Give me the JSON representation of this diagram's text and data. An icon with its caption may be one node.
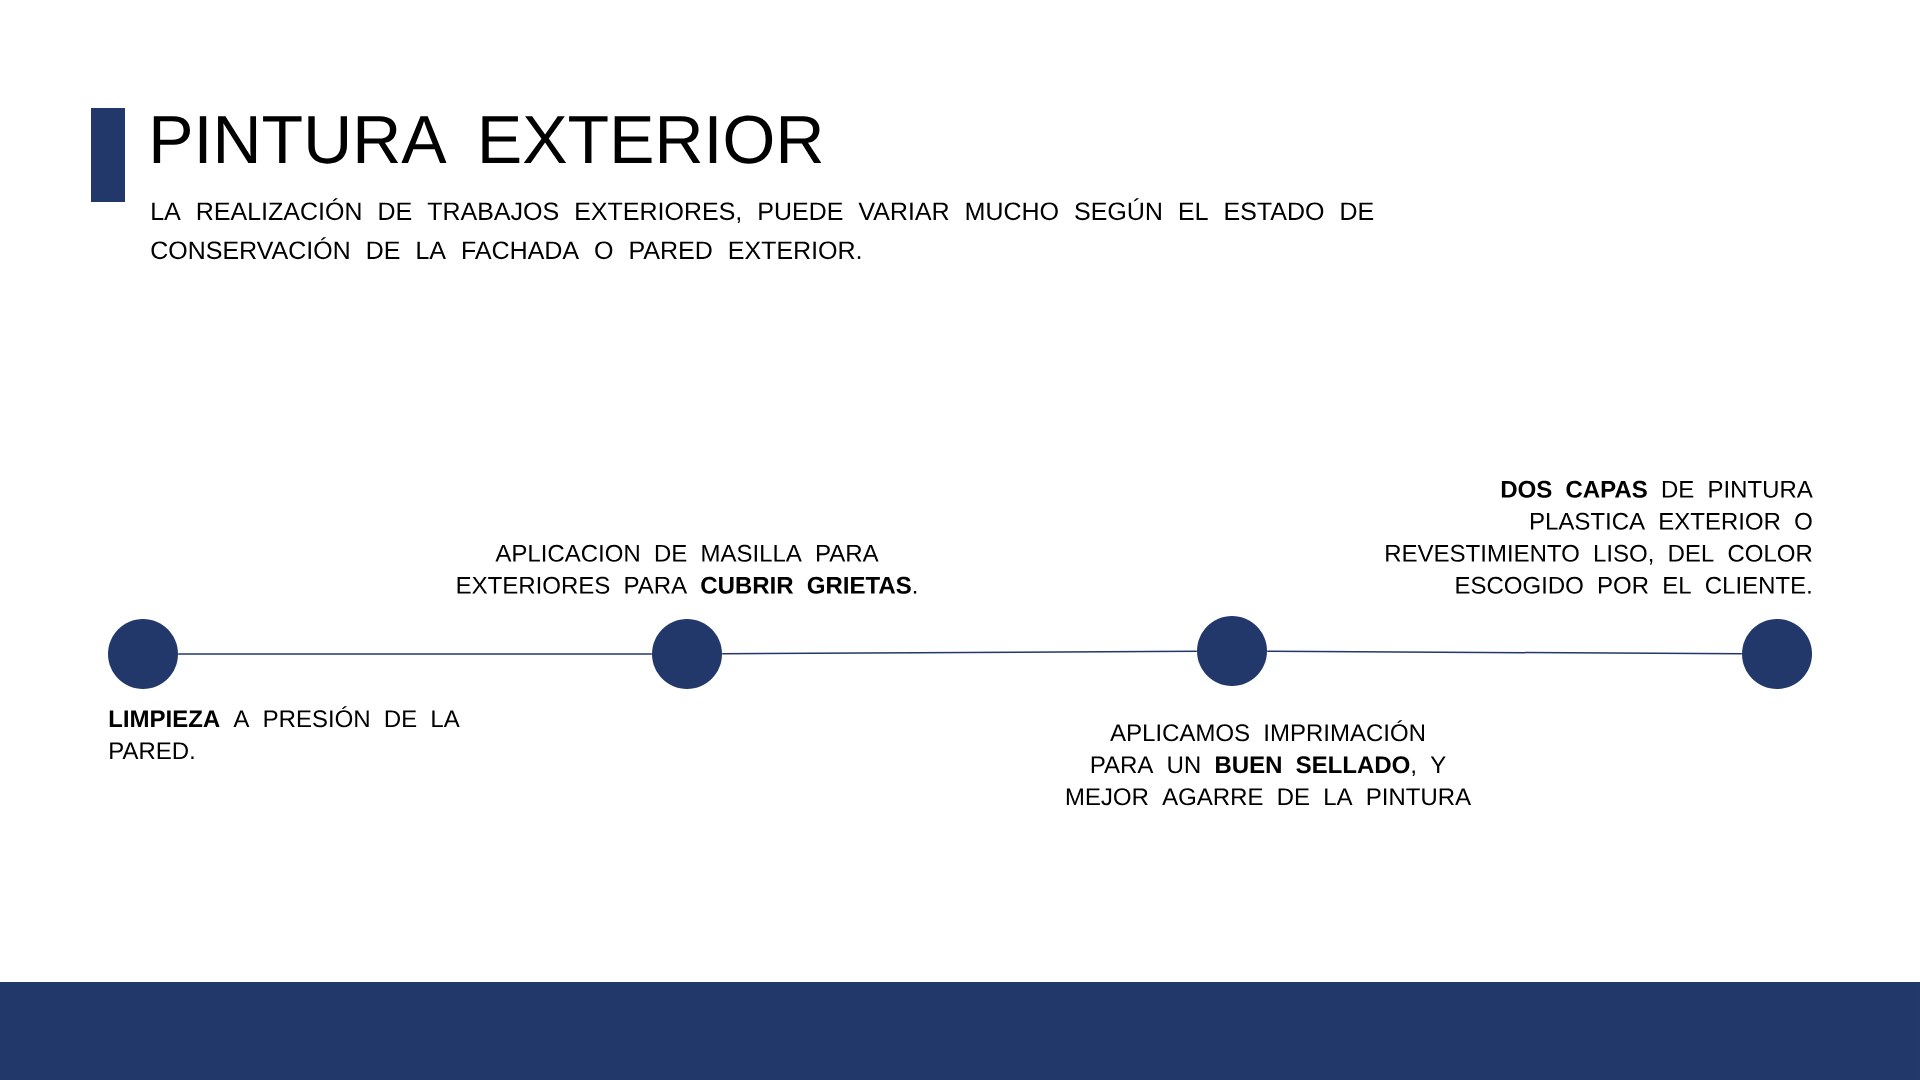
{
  "diagram": {
    "title": "PINTURA EXTERIOR",
    "nodes": [
      {
        "text": [],
        "shape": "circle",
        "beside": [
          "**LIMPIEZA** A PRESIÓN DE LA PARED."
        ]
      },
      {
        "text": [],
        "shape": "circle",
        "beside": [
          "APLICACION DE MASILLA PARA EXTERIORES PARA **CUBRIR GRIETAS**."
        ]
      },
      {
        "text": [],
        "shape": "circle",
        "beside": [
          "APLICAMOS IMPRIMACIÓN PARA UN **BUEN SELLADO**, Y MEJOR AGARRE DE LA PINTURA"
        ]
      },
      {
        "text": [],
        "shape": "circle",
        "beside": [
          "**DOS CAPAS** DE PINTURA PLASTICA EXTERIOR O REVESTIMIENTO LISO, DEL COLOR ESCOGIDO POR EL CLIENTE."
        ]
      }
    ],
    "edges": [
      {
        "from": 0,
        "to": 1,
        "arrow": "none"
      },
      {
        "from": 1,
        "to": 2,
        "arrow": "none"
      },
      {
        "from": 2,
        "to": 3,
        "arrow": "none"
      }
    ],
    "labels": [
      "LA REALIZACIÓN DE TRABAJOS EXTERIORES, PUEDE VARIAR MUCHO SEGÚN EL ESTADO DE CONSERVACIÓN DE LA FACHADA O PARED EXTERIOR."
    ]
  }
}
